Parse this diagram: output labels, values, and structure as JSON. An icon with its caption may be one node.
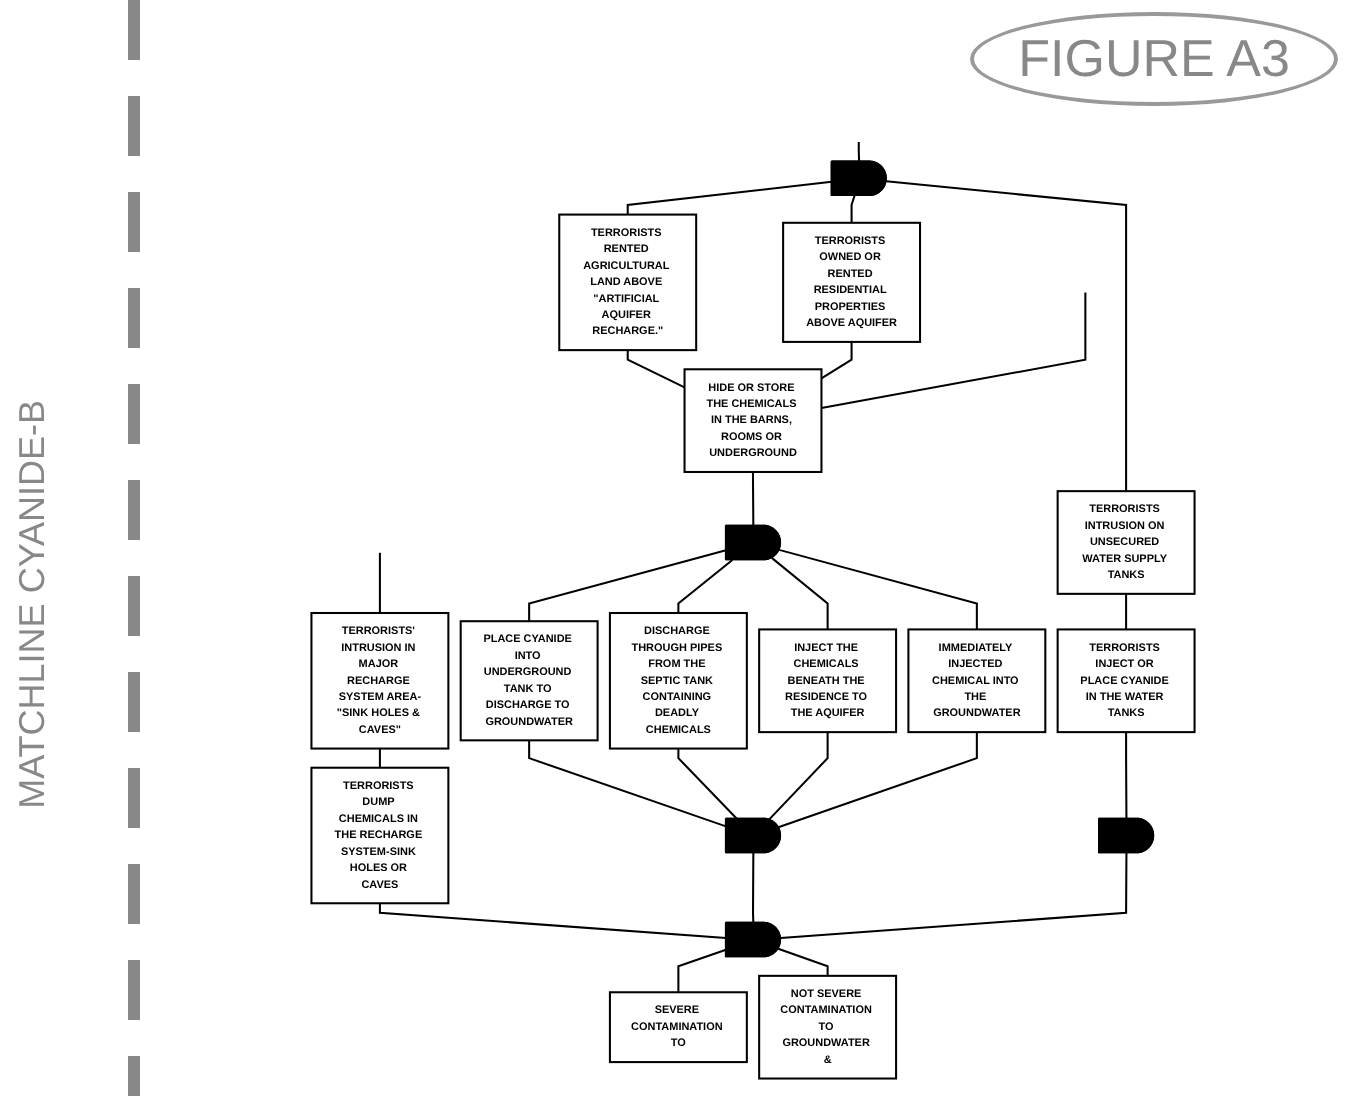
{
  "diagram": {
    "title": "FIGURE A3",
    "nodes": [
      {
        "text": [],
        "shape": "gate"
      },
      {
        "text": [
          "TERRORISTS RENTED AGRICULTURAL LAND ABOVE \"ARTIFICIAL AQUIFER RECHARGE.\""
        ]
      },
      {
        "text": [
          "TERRORISTS OWNED OR RENTED RESIDENTIAL PROPERTIES ABOVE AQUIFER"
        ]
      },
      {
        "text": [
          "TERRORISTS INTRUSION ON UNSECURED WATER SUPPLY TANKS"
        ]
      },
      {
        "text": [
          "TERRORISTS INJECT OR PLACE CYANIDE IN THE WATER TANKS"
        ]
      },
      {
        "text": [
          "HIDE OR STORE THE CHEMICALS IN THE BARNS, ROOMS OR UNDERGROUND"
        ]
      },
      {
        "text": [
          "PLACE CYANIDE INTO UNDERGROUND TANK TO DISCHARGE TO GROUNDWATER"
        ]
      },
      {
        "text": [],
        "shape": "gate"
      },
      {
        "text": [
          "DISCHARGE THROUGH PIPES FROM THE SEPTIC TANK CONTAINING DEADLY CHEMICALS"
        ]
      },
      {
        "text": [],
        "shape": "gate"
      },
      {
        "text": [
          "TERRORISTS' INTRUSION IN MAJOR RECHARGE SYSTEM AREA-\"SINK HOLES & CAVES\""
        ]
      },
      {
        "text": [
          "INJECT THE CHEMICALS BENEATH THE RESIDENCE TO THE AQUIFER"
        ]
      },
      {
        "text": [],
        "shape": "gate"
      },
      {
        "text": [
          "IMMEDIATELY INJECTED CHEMICAL INTO THE GROUNDWATER"
        ]
      },
      {
        "text": [
          "TERRORISTS DUMP CHEMICALS IN THE RECHARGE SYSTEM-SINK HOLES OR CAVES"
        ]
      },
      {
        "text": [],
        "shape": "gate"
      },
      {
        "text": [
          "SEVERE CONTAMINATION TO"
        ]
      },
      {
        "text": [
          "NOT SEVERE CONTAMINATION TO GROUNDWATER &"
        ]
      }
    ],
    "edges": [
      {
        "from": null,
        "to": 0,
        "arrow": "none"
      },
      {
        "from": 0,
        "to": 1,
        "arrow": "none"
      },
      {
        "from": 0,
        "to": 2,
        "arrow": "none"
      },
      {
        "from": 0,
        "to": 3,
        "arrow": "none"
      },
      {
        "from": 3,
        "to": 4,
        "arrow": "none"
      },
      {
        "from": 1,
        "to": 5,
        "arrow": "none"
      },
      {
        "from": 2,
        "to": 5,
        "arrow": "none"
      },
      {
        "from": null,
        "to": 5,
        "arrow": "none"
      },
      {
        "from": null,
        "to": 10,
        "arrow": "none"
      },
      {
        "from": 5,
        "to": 7,
        "arrow": "none"
      },
      {
        "from": 7,
        "to": 6,
        "arrow": "none"
      },
      {
        "from": 7,
        "to": 8,
        "arrow": "none"
      },
      {
        "from": 7,
        "to": 11,
        "arrow": "none"
      },
      {
        "from": 7,
        "to": 13,
        "arrow": "none"
      },
      {
        "from": 6,
        "to": 12,
        "arrow": "none"
      },
      {
        "from": 8,
        "to": 12,
        "arrow": "none"
      },
      {
        "from": 11,
        "to": 12,
        "arrow": "none"
      },
      {
        "from": 13,
        "to": 12,
        "arrow": "none"
      },
      {
        "from": 4,
        "to": 9,
        "arrow": "none"
      },
      {
        "from": 10,
        "to": 14,
        "arrow": "none"
      },
      {
        "from": 14,
        "to": 15,
        "arrow": "none"
      },
      {
        "from": 12,
        "to": 15,
        "arrow": "none"
      },
      {
        "from": 9,
        "to": 15,
        "arrow": "none"
      },
      {
        "from": 15,
        "to": 16,
        "arrow": "none"
      },
      {
        "from": 15,
        "to": 17,
        "arrow": "none"
      }
    ],
    "labels": [
      "MATCHLINE CYANIDE-B"
    ]
  }
}
